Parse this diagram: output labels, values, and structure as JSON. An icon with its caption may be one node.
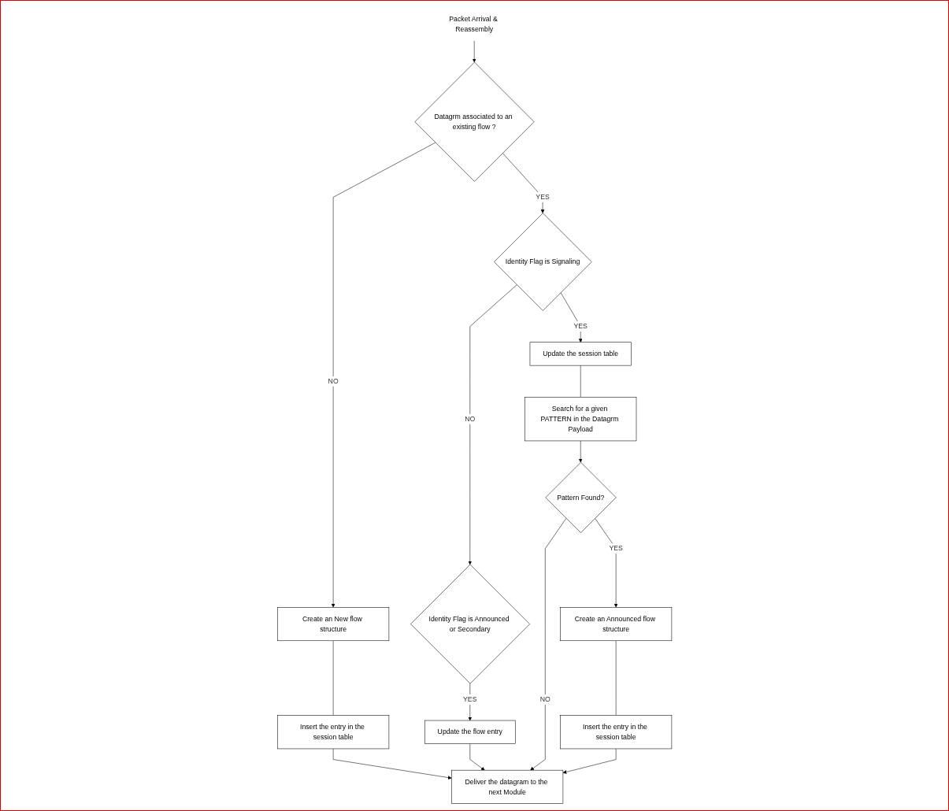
{
  "diagram": {
    "nodes": [
      {
        "text": [
          "Packet Arrival & Reassembly"
        ]
      },
      {
        "text": [
          "Datagrm associated to an existing flow ?"
        ]
      },
      {
        "text": [
          "Create an New flow structure"
        ]
      },
      {
        "text": [
          "Insert the entry in the session table"
        ]
      },
      {
        "text": [
          "Identity Flag is Signaling"
        ]
      },
      {
        "text": [
          "Update the session table"
        ]
      },
      {
        "text": [
          "Search for a given PATTERN in the Datagrm Payload"
        ]
      },
      {
        "text": [
          "Identity Flag is Announced or Secondary"
        ]
      },
      {
        "text": [
          "Pattern Found?"
        ]
      },
      {
        "text": [
          "Update the flow entry"
        ]
      },
      {
        "text": [
          "Create an Announced flow structure"
        ]
      },
      {
        "text": [
          "Insert the entry in the session table"
        ]
      },
      {
        "text": [
          "Deliver the datagram to the next Module"
        ]
      }
    ],
    "edges": [
      {
        "from": 0,
        "to": 1,
        "arrow": "to"
      },
      {
        "from": 1,
        "to": 2,
        "arrow": "to",
        "label": "NO"
      },
      {
        "from": 1,
        "to": 4,
        "arrow": "to",
        "label": "YES"
      },
      {
        "from": 2,
        "to": 3,
        "arrow": "none"
      },
      {
        "from": 3,
        "to": 12,
        "arrow": "to"
      },
      {
        "from": 4,
        "to": 7,
        "arrow": "to",
        "label": "NO"
      },
      {
        "from": 4,
        "to": 5,
        "arrow": "to",
        "label": "YES"
      },
      {
        "from": 5,
        "to": 6,
        "arrow": "none"
      },
      {
        "from": 6,
        "to": 8,
        "arrow": "to"
      },
      {
        "from": 8,
        "to": 12,
        "arrow": "to",
        "label": "NO"
      },
      {
        "from": 8,
        "to": 10,
        "arrow": "to",
        "label": "YES"
      },
      {
        "from": 10,
        "to": 11,
        "arrow": "none"
      },
      {
        "from": 7,
        "to": 9,
        "arrow": "to",
        "label": "YES"
      },
      {
        "from": 9,
        "to": 12,
        "arrow": "to"
      },
      {
        "from": 11,
        "to": 12,
        "arrow": "to"
      }
    ]
  }
}
